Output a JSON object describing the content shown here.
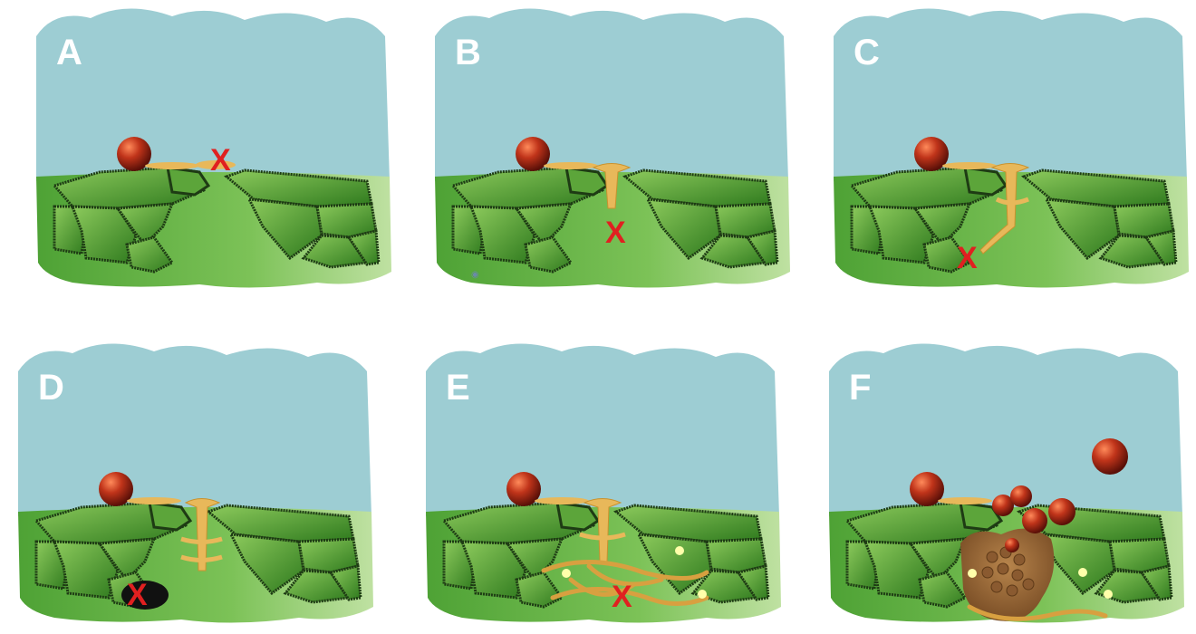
{
  "panels": [
    {
      "label": "A",
      "marker": "X"
    },
    {
      "label": "B",
      "marker": "X"
    },
    {
      "label": "C",
      "marker": "X"
    },
    {
      "label": "D",
      "marker": "X"
    },
    {
      "label": "E",
      "marker": "X"
    },
    {
      "label": "F"
    }
  ],
  "colors": {
    "sky": "#9dcdd3",
    "sky_b": "#8fbfcb",
    "ground": "#6cb84a",
    "ground_light": "#b8de9a",
    "leaf": "#4f9a2e",
    "leaf_dark": "#2b5d1b",
    "stroke": "#1e3b14",
    "fungus": "#e8b85a",
    "fungus_dark": "#c9922e",
    "hyphae": "#d8a040",
    "marker": "#e02020",
    "fruit": "#c0341a",
    "mass": "#9a6a3a"
  }
}
